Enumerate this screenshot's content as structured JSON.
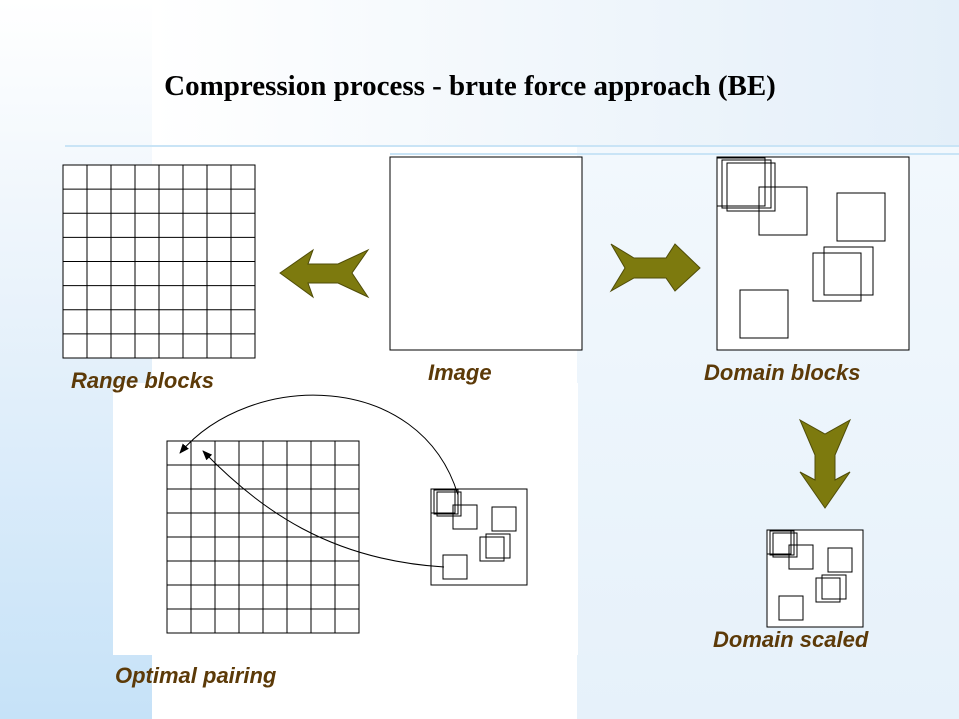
{
  "title": "Compression process - brute force approach (BE)",
  "labels": {
    "range_blocks": "Range blocks",
    "image": "Image",
    "domain_blocks": "Domain blocks",
    "domain_scaled": "Domain scaled",
    "optimal_pairing": "Optimal pairing"
  },
  "colors": {
    "arrow_fill": "#7d7a0e",
    "label_text": "#5c3a08",
    "rule": "#bfe0f5"
  },
  "grids": {
    "range_blocks": {
      "rows": 8,
      "cols": 8
    },
    "optimal_pairing": {
      "rows": 8,
      "cols": 8
    }
  }
}
